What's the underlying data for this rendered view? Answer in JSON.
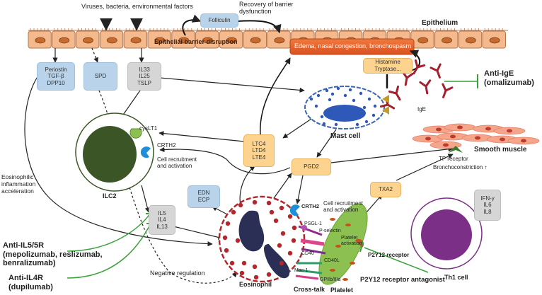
{
  "top": {
    "triggers": "Viruses, bacteria, environmental factors",
    "folliculin": "Folliculin",
    "recovery": [
      "Recovery of barrier",
      "dysfunction"
    ],
    "epithelium": "Epithelium",
    "barrier_disruption": "Epithelial barrier disruption",
    "edema": "Edema, nasal congestion, bronchospasm",
    "histamine": [
      "Histamine",
      "Tryptase..."
    ]
  },
  "mediators": {
    "periostin": [
      "Periostin",
      "TGF-β",
      "DPP10"
    ],
    "spd": "SPD",
    "alarmins": [
      "IL33",
      "IL25",
      "TSLP"
    ],
    "leukotrienes": [
      "LTC4",
      "LTD4",
      "LTE4"
    ],
    "pgd2": "PGD2",
    "txa2": "TXA2",
    "edn": [
      "EDN",
      "ECP"
    ],
    "il5_group": [
      "IL5",
      "IL4",
      "IL13"
    ],
    "th1_cytokines": [
      "IFN-γ",
      "IL6",
      "IL8"
    ]
  },
  "drugs": {
    "anti_ige": [
      "Anti-IgE",
      "(omalizumab)"
    ],
    "anti_il5": [
      "Anti-IL5/5R",
      "(mepolizumab, reslizumab,",
      "benralizumab)"
    ],
    "anti_il4r": [
      "Anti-IL4R",
      "(dupilumab)"
    ],
    "p2y12_antagonist": "P2Y12 receptor antagonist"
  },
  "cells": {
    "mast": "Mast cell",
    "smooth_muscle": "Smooth muscle",
    "ilc2": "ILC2",
    "eosinophil": "Eosinophil",
    "platelet": "Platelet",
    "th1": "Th1 cell"
  },
  "receptors": {
    "cyslt1": "cysLT1",
    "crth2": "CRTH2",
    "crth2_eos": "CRTH2",
    "ige": "IgE",
    "tp": "TP receptor",
    "psgl1": "PSGL-1",
    "pselectin": "P-selectin",
    "cd40": "CD40",
    "cd40l": "CD40L",
    "mac1": "Mac-1",
    "gp": "GPIIb/IIIa",
    "p2y12": "P2Y12 receptor"
  },
  "annotations": {
    "recruit_ilc2": [
      "Cell recruitment",
      "and activation"
    ],
    "recruit_platelet": [
      "Cell recruitment",
      "and activation"
    ],
    "bronchoconstriction": "Bronchoconstriction ↑",
    "eos_inflammation": [
      "Eosinophilic",
      "inflammation",
      "acceleration"
    ],
    "negative_regulation": "Negative regulation",
    "platelet_activation": [
      "Platelet",
      "activation"
    ],
    "crosstalk": "Cross-talk"
  },
  "colors": {
    "epithelium": "#f4b98d",
    "blue_box": "#b8d3ea",
    "grey_box": "#d6d6d6",
    "orange_box": "#fcd48f",
    "ilc2_nucleus": "#3b5527",
    "eos_nucleus": "#2b2e55",
    "eos_granule": "#b3262b",
    "platelet": "#8cc152",
    "th1": "#7b2f86",
    "inhibit": "#3aa13a",
    "edema_box": "#e2622d"
  }
}
